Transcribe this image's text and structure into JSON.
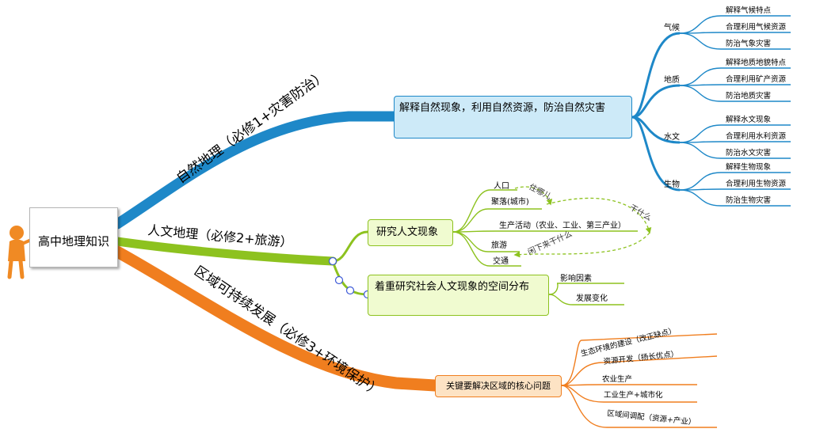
{
  "root": {
    "title": "高中地理知识"
  },
  "branches": {
    "natural": {
      "label": "自然地理（必修1+灾害防治）",
      "topic": "解释自然现象，利用自然资源，防治自然灾害"
    },
    "human": {
      "label": "人文地理（必修2+旅游）",
      "study": "研究人文现象",
      "focus": "着重研究社会人文现象的空间分布"
    },
    "regional": {
      "label": "区域可持续发展（必修3+环境保护）",
      "topic": "关键要解决区域的核心问题"
    }
  },
  "natural_groups": [
    {
      "name": "气候",
      "items": [
        "解释气候特点",
        "合理利用气候资源",
        "防治气象灾害"
      ]
    },
    {
      "name": "地质",
      "items": [
        "解释地质地貌特点",
        "合理利用矿产资源",
        "防治地质灾害"
      ]
    },
    {
      "name": "水文",
      "items": [
        "解释水文现象",
        "合理利用水利资源",
        "防治水文灾害"
      ]
    },
    {
      "name": "生物",
      "items": [
        "解释生物现象",
        "合理利用生物资源",
        "防治生物灾害"
      ]
    }
  ],
  "human_study_items": [
    "人口",
    "聚落(城市)",
    "生产活动（农业、工业、第三产业）",
    "旅游",
    "交通"
  ],
  "human_relations": [
    "住哪儿",
    "干什么",
    "闲下来干什么"
  ],
  "human_focus_items": [
    "影响因素",
    "发展变化"
  ],
  "regional_items": [
    "生态环境的建设（改正缺点）",
    "资源开发（扬长优点）",
    "农业生产",
    "工业生产+城市化",
    "区域间调配（资源+产业）"
  ],
  "colors": {
    "natural": "#1e88c8",
    "human": "#8dc21f",
    "regional": "#f07e1f",
    "relation": "#8dc21f",
    "figure": "#f08a24"
  }
}
